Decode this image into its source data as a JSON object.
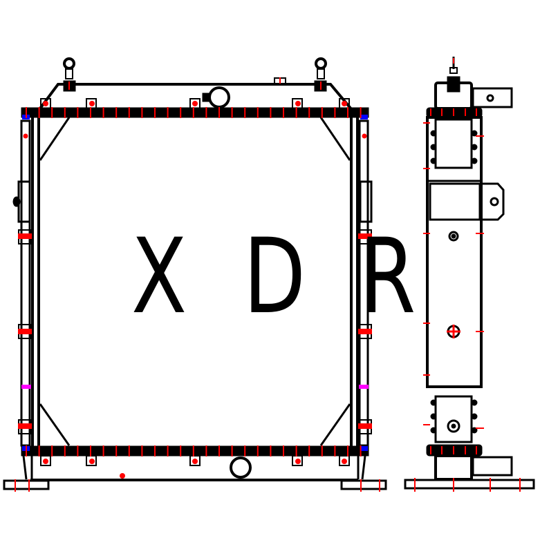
{
  "drawing": {
    "subject": "radiator-assembly",
    "views": [
      "front-view",
      "side-view"
    ],
    "watermark": {
      "letters": [
        "X",
        "D",
        "R"
      ],
      "color": "#000000"
    },
    "colors": {
      "outline": "#000000",
      "bolts": "#ff0000",
      "markers_blue": "#0000ff",
      "markers_magenta": "#ff00ff",
      "background": "#ffffff"
    }
  }
}
